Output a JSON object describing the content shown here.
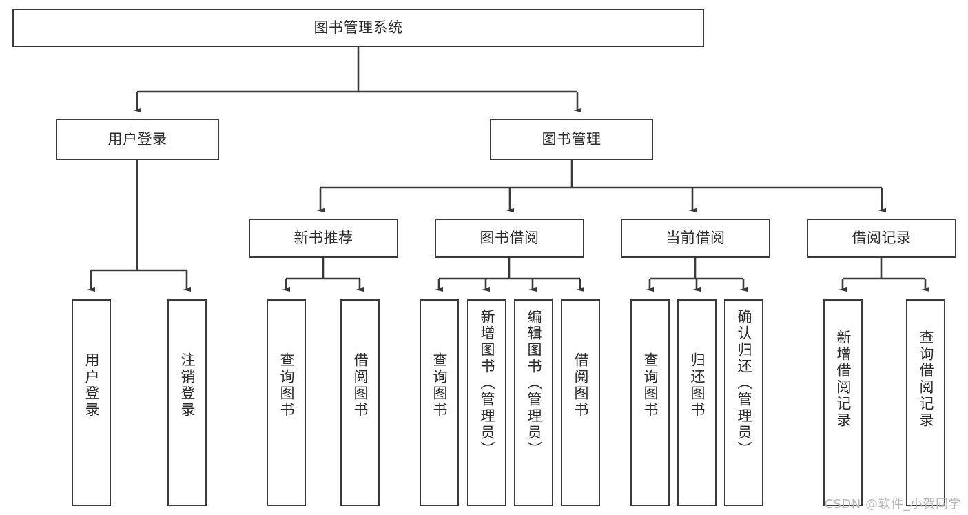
{
  "diagram": {
    "type": "tree-hierarchy-chart",
    "title": "图书管理系统",
    "root": {
      "id": "root",
      "label": "图书管理系统"
    },
    "level2": [
      {
        "id": "user-login",
        "label": "用户登录"
      },
      {
        "id": "book-management",
        "label": "图书管理"
      }
    ],
    "level3": [
      {
        "id": "new-book-recommend",
        "label": "新书推荐",
        "parent": "book-management"
      },
      {
        "id": "book-borrow",
        "label": "图书借阅",
        "parent": "book-management"
      },
      {
        "id": "current-borrow",
        "label": "当前借阅",
        "parent": "book-management"
      },
      {
        "id": "borrow-record",
        "label": "借阅记录",
        "parent": "book-management"
      }
    ],
    "leaves": [
      {
        "id": "leaf-user-login",
        "label": "用户登录",
        "parent": "user-login"
      },
      {
        "id": "leaf-logout",
        "label": "注销登录",
        "parent": "user-login"
      },
      {
        "id": "leaf-query-book-1",
        "label": "查询图书",
        "parent": "new-book-recommend"
      },
      {
        "id": "leaf-borrow-book-1",
        "label": "借阅图书",
        "parent": "new-book-recommend"
      },
      {
        "id": "leaf-query-book-2",
        "label": "查询图书",
        "parent": "book-borrow"
      },
      {
        "id": "leaf-add-book",
        "label": "新增图书（管理员）",
        "parent": "book-borrow"
      },
      {
        "id": "leaf-edit-book",
        "label": "编辑图书（管理员）",
        "parent": "book-borrow"
      },
      {
        "id": "leaf-borrow-book-2",
        "label": "借阅图书",
        "parent": "book-borrow"
      },
      {
        "id": "leaf-query-book-3",
        "label": "查询图书",
        "parent": "current-borrow"
      },
      {
        "id": "leaf-return-book",
        "label": "归还图书",
        "parent": "current-borrow"
      },
      {
        "id": "leaf-confirm-return",
        "label": "确认归还（管理员）",
        "parent": "current-borrow"
      },
      {
        "id": "leaf-add-record",
        "label": "新增借阅记录",
        "parent": "borrow-record"
      },
      {
        "id": "leaf-query-record",
        "label": "查询借阅记录",
        "parent": "borrow-record"
      }
    ],
    "colors": {
      "stroke": "#3a3a3a",
      "box_fill": "#ffffff",
      "text": "#2b2b2b",
      "background": "#ffffff",
      "watermark": "#b8b8b8"
    }
  },
  "watermark": {
    "text": "CSDN @软件_小贺同学"
  }
}
